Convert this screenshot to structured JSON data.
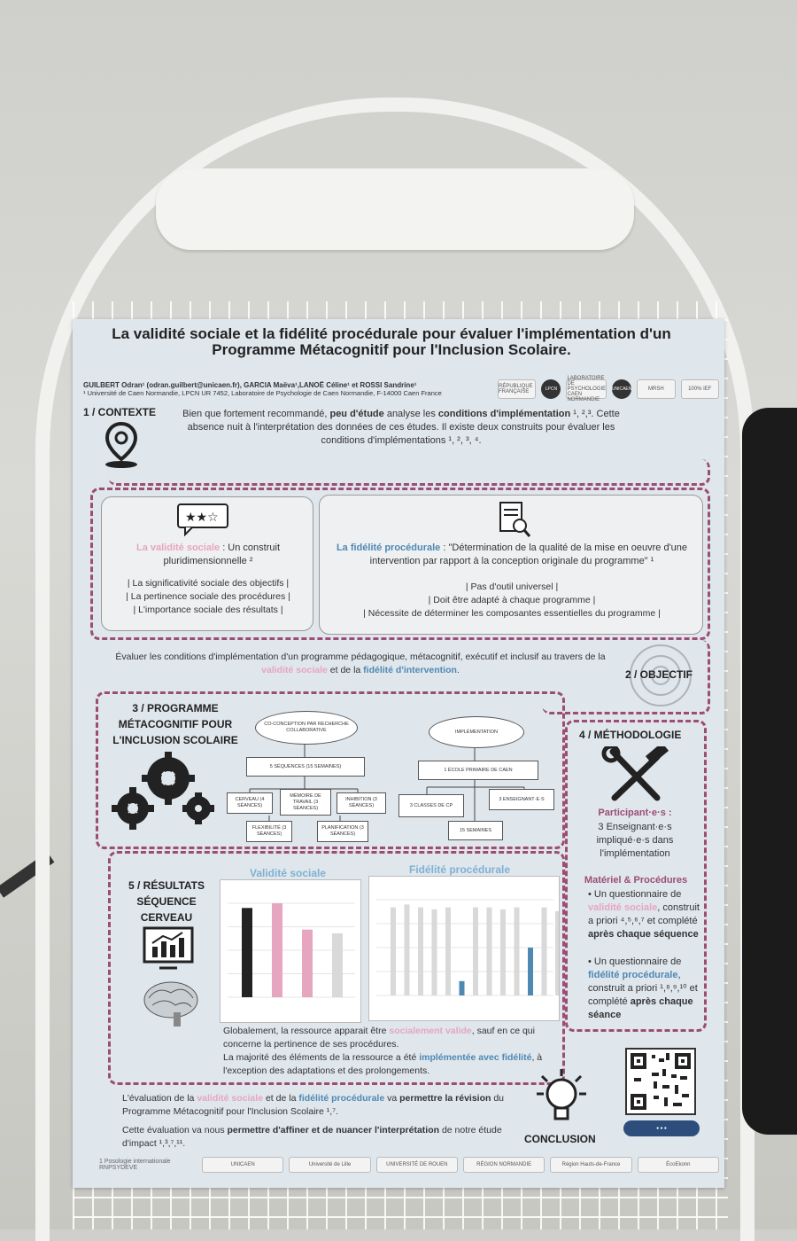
{
  "poster": {
    "title": "La validité sociale et la fidélité procédurale pour évaluer l'implémentation d'un Programme Métacognitif pour l'Inclusion Scolaire.",
    "authors_line1": "GUILBERT Odran¹ (odran.guilbert@unicaen.fr), GARCIA Maëva¹,LANOË Céline¹ et ROSSI Sandrine¹",
    "authors_line2": "¹ Université de Caen Normandie, LPCN UR 7452, Laboratoire de Psychologie de Caen Normandie, F-14000 Caen France",
    "logos_top": [
      "RÉPUBLIQUE FRANÇAISE",
      "LPCN",
      "LABORATOIRE DE PSYCHOLOGIE CAEN NORMANDIE",
      "UNICAEN",
      "MRSH",
      "100% IEF"
    ]
  },
  "contexte": {
    "heading": "1 / CONTEXTE",
    "text_a": "Bien que fortement recommandé, ",
    "text_b": "peu d'étude",
    "text_c": " analyse les ",
    "text_d": "conditions d'implémentation",
    "text_e": " ¹, ²,³. Cette absence nuit à l'interprétation des données de ces études. Il existe deux construits pour évaluer les conditions d'implémentations ¹, ², ³, ⁴."
  },
  "validite": {
    "label": "La validité sociale",
    "text": " : Un construit pluridimensionnelle ²",
    "items": [
      "| La significativité sociale des objectifs |",
      "| La pertinence sociale des procédures |",
      "| L'importance sociale des résultats |"
    ]
  },
  "fidelite": {
    "label": "La fidélité procédurale",
    "text": " : \"Détermination de la qualité de la mise en oeuvre d'une intervention par rapport à la conception originale du programme\" ¹",
    "items": [
      "| Pas d'outil universel |",
      "| Doit être adapté à chaque programme |",
      "| Nécessite de déterminer les composantes essentielles du programme |"
    ]
  },
  "objectif": {
    "heading": "2 / OBJECTIF",
    "text_a": "Évaluer les conditions d'implémentation d'un programme pédagogique, métacognitif, exécutif et inclusif au travers de la ",
    "text_b": "validité sociale",
    "text_c": " et de la ",
    "text_d": "fidélité d'intervention",
    "text_e": "."
  },
  "programme": {
    "heading": "3 / PROGRAMME MÉTACOGNITIF POUR L'INCLUSION SCOLAIRE",
    "conception": "CO-CONCEPTION PAR RECHERCHE COLLABORATIVE",
    "sequences": "5 SÉQUENCES (15 SEMAINES)",
    "cerveau": "CERVEAU (4 SÉANCES)",
    "memoire": "MÉMOIRE DE TRAVAIL (3 SÉANCES)",
    "inhibition": "INHIBITION (3 SÉANCES)",
    "flexibilite": "FLEXIBILITÉ (3 SÉANCES)",
    "planification": "PLANIFICATION (3 SÉANCES)",
    "implementation": "IMPLÉMENTATION",
    "ecole": "1 ÉCOLE PRIMAIRE DE CAEN",
    "classes": "3 CLASSES DE CP",
    "enseignants": "3 ENSEIGNANT·E·S",
    "semaines": "15 SEMAINES"
  },
  "methodologie": {
    "heading": "4 / MÉTHODOLOGIE",
    "participants_label": "Participant·e·s :",
    "participants_text": "3 Enseignant·e·s impliqué·e·s dans l'implémentation",
    "materiel_label": "Matériel & Procédures",
    "item1_a": "Un questionnaire de ",
    "item1_b": "validité sociale",
    "item1_c": ", construit a priori ⁴,⁵,⁶,⁷ et complété ",
    "item1_d": "après chaque séquence",
    "item2_a": "Un questionnaire de ",
    "item2_b": "fidélité procédurale",
    "item2_c": ", construit a priori ¹,⁸,⁹,¹⁰ et complété ",
    "item2_d": "après chaque séance"
  },
  "resultats": {
    "heading": "5 / RÉSULTATS SÉQUENCE CERVEAU",
    "chart1_title": "Validité sociale",
    "chart2_title": "Fidélité procédurale",
    "text1_a": "Globalement, la ressource apparait être ",
    "text1_b": "socialement valide",
    "text1_c": ", sauf en ce qui concerne la pertinence de ses procédures.",
    "text2_a": "La majorité des éléments de la ressource a été ",
    "text2_b": "implémentée avec fidélité",
    "text2_c": ", à l'exception des adaptations et des prolongements."
  },
  "conclusion": {
    "heading": "CONCLUSION",
    "text1_a": "L'évaluation de la ",
    "text1_b": "validité sociale",
    "text1_c": " et de la ",
    "text1_d": "fidélité procédurale",
    "text1_e": " va ",
    "text1_f": "permettre la révision",
    "text1_g": " du Programme Métacognitif pour l'Inclusion Scolaire ¹,⁷.",
    "text2_a": "Cette évaluation va nous ",
    "text2_b": "permettre d'affiner et de nuancer l'interprétation",
    "text2_c": " de notre étude d'impact ¹,³,⁷,¹¹."
  },
  "footer": {
    "left": "1 Posologie internationale RNPSYDEVE",
    "logos": [
      "UNICAEN",
      "Université de Lille",
      "UNIVERSITÉ DE ROUEN",
      "RÉGION NORMANDIE",
      "Région Hauts-de-France",
      "ÉcoEkonn"
    ]
  },
  "chart_data": [
    {
      "type": "bar",
      "title": "Validité sociale",
      "values": [
        0.95,
        1.0,
        0.72,
        0.68
      ],
      "colors": [
        "#222222",
        "#e7a6bf",
        "#e7a6bf",
        "#d9d9d9"
      ]
    },
    {
      "type": "bar",
      "title": "Fidélité procédurale",
      "values": [
        0.92,
        0.95,
        0.92,
        0.9,
        0.92,
        0.15,
        0.92,
        0.92,
        0.9,
        0.92,
        0.5,
        0.92,
        0.88
      ],
      "colors": [
        "#d9d9d9",
        "#d9d9d9",
        "#d9d9d9",
        "#d9d9d9",
        "#d9d9d9",
        "#4f88b3",
        "#d9d9d9",
        "#d9d9d9",
        "#d9d9d9",
        "#d9d9d9",
        "#4f88b3",
        "#d9d9d9",
        "#d9d9d9"
      ]
    }
  ]
}
